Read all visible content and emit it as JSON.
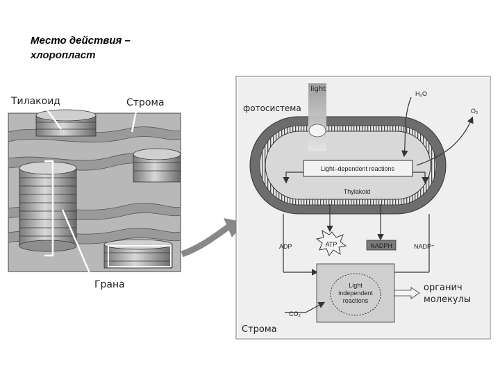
{
  "title": {
    "line1": "Место действия –",
    "line2": "хлоропласт",
    "line2_color": "#111111"
  },
  "left_figure": {
    "label_thylakoid": "Тилакоид",
    "label_stroma": "Строма",
    "label_grana": "Грана"
  },
  "right_figure": {
    "label_light": "light",
    "label_photosystem": "фотосистема",
    "label_h2o": "H₂O",
    "label_o2": "O₂",
    "label_ldr": "Light–dependent reactions",
    "label_thylakoid": "Thylakoid",
    "label_adp": "ADP",
    "label_atp": "ATP",
    "label_nadph": "NADPH",
    "label_nadp": "NADP⁺",
    "label_lir_1": "Light",
    "label_lir_2": "independent",
    "label_lir_3": "reactions",
    "label_co2": "CO₂",
    "label_organic_1": "органич",
    "label_organic_2": "молекулы",
    "label_stroma": "Строма"
  },
  "colors": {
    "panel_bg": "#e9e9e9",
    "membrane_dark": "#6d6d6d",
    "inner_light": "#d8d8d8",
    "frame": "#777777"
  }
}
